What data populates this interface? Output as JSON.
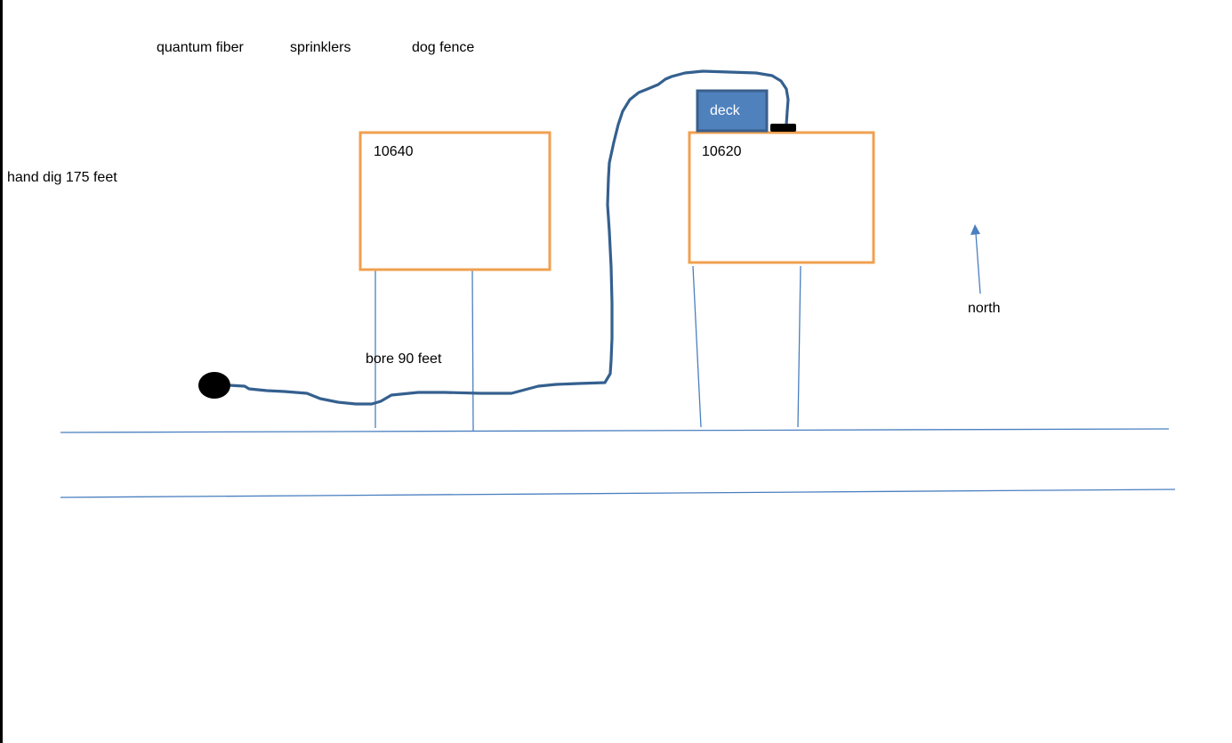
{
  "legend": {
    "quantum_fiber": "quantum fiber",
    "sprinklers": "sprinklers",
    "dog_fence": "dog fence"
  },
  "notes": {
    "hand_dig": "hand dig 175 feet",
    "bore": "bore 90 feet",
    "north": "north"
  },
  "houses": {
    "left": {
      "number": "10640"
    },
    "right": {
      "number": "10620"
    }
  },
  "deck": {
    "label": "deck"
  },
  "colors": {
    "house_outline": "#f0a050",
    "line_blue": "#4a7fc0",
    "cable": "#35608f",
    "deck_fill": "#4f81bd",
    "deck_border": "#3a5f8c",
    "marker": "#000000"
  }
}
